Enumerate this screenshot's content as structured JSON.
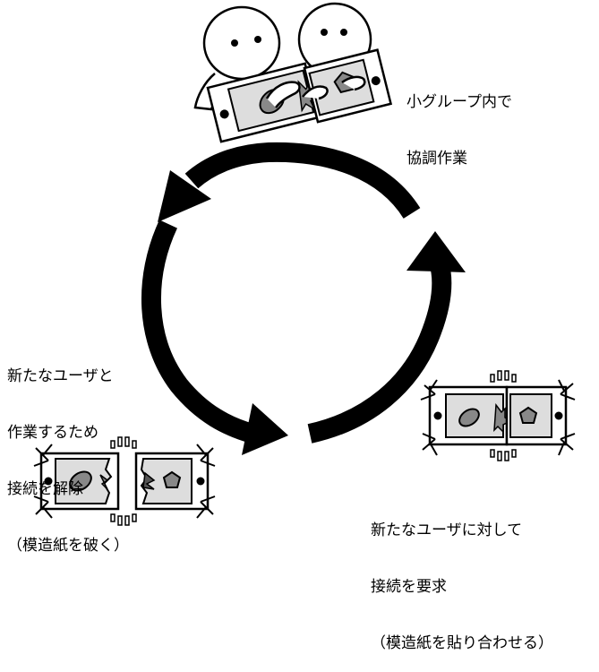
{
  "labels": {
    "collaborate": [
      "小グループ内で",
      "協調作業"
    ],
    "disconnect": [
      "新たなユーザと",
      "作業するため",
      "接続を解除",
      "（模造紙を破く）"
    ],
    "connect": [
      "新たなユーザに対して",
      "接続を要求",
      "（模造紙を貼り合わせる）"
    ]
  },
  "colors": {
    "ink": "#000000",
    "panel": "#dddddd",
    "card": "#ffffff",
    "shape": "#888888",
    "arrow": "#000000"
  },
  "icons": [
    "person-icon",
    "tablet-icon",
    "blob-shape-icon",
    "pentagon-shape-icon",
    "star-burst-icon",
    "rotate-arrow-icon"
  ]
}
